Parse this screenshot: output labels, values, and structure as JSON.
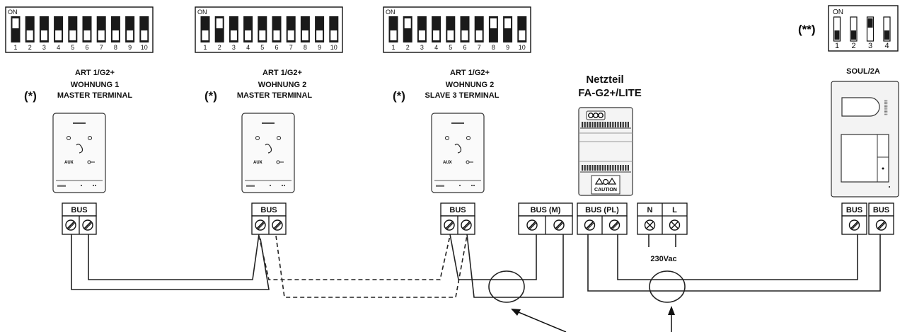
{
  "terminals": [
    {
      "id": "t1",
      "line1": "ART 1/G2+",
      "line2": "WOHNUNG 1",
      "line3_marker": "(*)",
      "line3": "MASTER TERMINAL",
      "dip_on_label": "ON",
      "dip_numbers": [
        "1",
        "2",
        "3",
        "4",
        "5",
        "6",
        "7",
        "8",
        "9",
        "10"
      ],
      "dip_on_positions": [
        1
      ],
      "terminal_block": {
        "headers": [
          "BUS"
        ]
      },
      "monitor_icons": [
        "AUX"
      ]
    },
    {
      "id": "t2",
      "line1": "ART 1/G2+",
      "line2": "WOHNUNG 2",
      "line3_marker": "(*)",
      "line3": "MASTER TERMINAL",
      "dip_on_label": "ON",
      "dip_numbers": [
        "1",
        "2",
        "3",
        "4",
        "5",
        "6",
        "7",
        "8",
        "9",
        "10"
      ],
      "dip_on_positions": [
        2
      ],
      "terminal_block": {
        "headers": [
          "BUS"
        ]
      },
      "monitor_icons": [
        "AUX"
      ]
    },
    {
      "id": "t3",
      "line1": "ART 1/G2+",
      "line2": "WOHNUNG 2",
      "line3_marker": "(*)",
      "line3": "SLAVE 3 TERMINAL",
      "dip_on_label": "ON",
      "dip_numbers": [
        "1",
        "2",
        "3",
        "4",
        "5",
        "6",
        "7",
        "8",
        "9",
        "10"
      ],
      "dip_on_positions": [
        2,
        8,
        9
      ],
      "terminal_block": {
        "headers": [
          "BUS"
        ]
      },
      "monitor_icons": [
        "AUX"
      ]
    }
  ],
  "power_supply": {
    "title_line1": "Netzteil",
    "title_line2": "FA-G2+/LITE",
    "caution": "CAUTION",
    "blocks": [
      "BUS (M)",
      "BUS (PL)"
    ],
    "mains_block": [
      "N",
      "L"
    ],
    "mains_voltage": "230Vac"
  },
  "door_panel": {
    "title": "SOUL/2A",
    "dip_marker": "(**)",
    "dip_on_label": "ON",
    "dip_numbers": [
      "1",
      "2",
      "3",
      "4"
    ],
    "dip_on_positions": [
      3
    ],
    "blocks": [
      "BUS",
      "BUS"
    ]
  },
  "colors": {
    "ink": "#111111",
    "dip_body": "#1a1a1a",
    "background": "#ffffff"
  }
}
